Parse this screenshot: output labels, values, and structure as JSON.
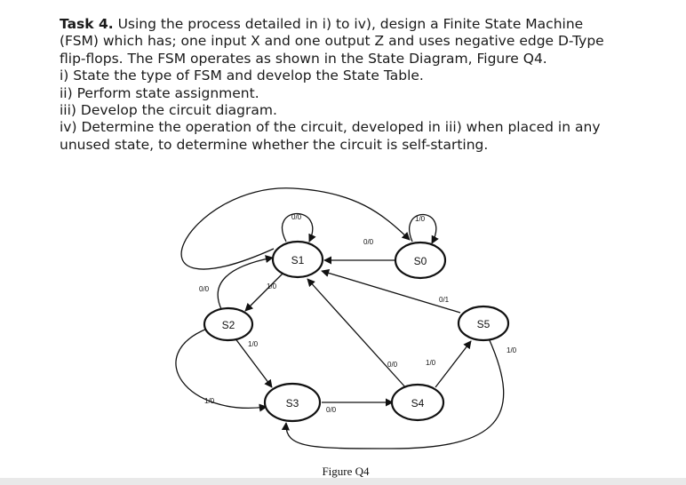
{
  "task": {
    "heading": "Task 4.",
    "intro_lines": [
      " Using the process detailed in i) to iv), design a Finite State Machine",
      "(FSM) which has; one input X and one output Z and uses negative edge D-Type",
      "flip-flops. The FSM operates as shown in the State Diagram, Figure Q4."
    ],
    "steps": [
      "i) State the type of FSM and develop the State Table.",
      "ii) Perform state assignment.",
      "iii) Develop the circuit diagram.",
      "iv) Determine the operation of the circuit, developed in iii) when placed in any",
      "unused state, to determine whether the circuit is self-starting."
    ]
  },
  "diagram": {
    "states": [
      "S1",
      "S0",
      "S2",
      "S5",
      "S3",
      "S4"
    ],
    "edge_labels": {
      "s1_self": "0/0",
      "s0_self": "1/0",
      "s1_to_s0": "0/0",
      "s2_to_s1": "0/0",
      "s1_to_s2": "1/0",
      "s5_to_s1": "0/1",
      "s2_to_s3": "1/0",
      "s5_to_s3": "1/0",
      "s4_to_s1": "0/0",
      "s4_to_s5": "1/0",
      "s2_to_s0": "1/0",
      "s3_to_s4": "0/0"
    },
    "caption": "Figure Q4"
  }
}
